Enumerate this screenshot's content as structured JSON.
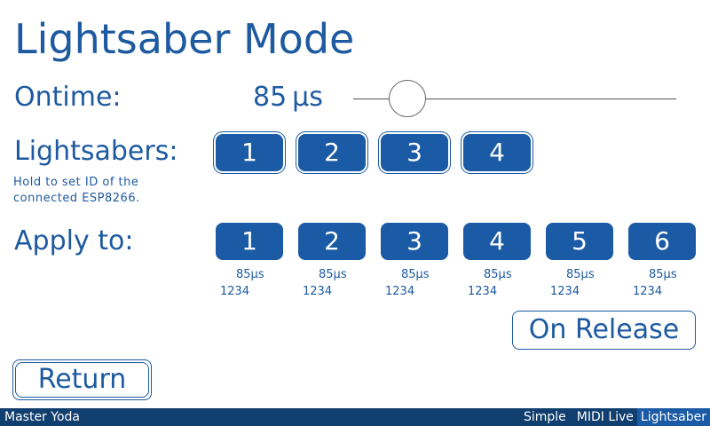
{
  "title": "Lightsaber Mode",
  "ontime": {
    "label": "Ontime:",
    "value": "85 µs",
    "slider_fraction": 0.14
  },
  "lightsabers": {
    "label": "Lightsabers:",
    "hint_line1": "Hold to set ID of the",
    "hint_line2": "connected ESP8266.",
    "buttons": [
      "1",
      "2",
      "3",
      "4"
    ]
  },
  "apply_to": {
    "label": "Apply to:",
    "channels": [
      {
        "label": "1",
        "ontime": "85µs",
        "ids": "1234"
      },
      {
        "label": "2",
        "ontime": "85µs",
        "ids": "1234"
      },
      {
        "label": "3",
        "ontime": "85µs",
        "ids": "1234"
      },
      {
        "label": "4",
        "ontime": "85µs",
        "ids": "1234"
      },
      {
        "label": "5",
        "ontime": "85µs",
        "ids": "1234"
      },
      {
        "label": "6",
        "ontime": "85µs",
        "ids": "1234"
      }
    ]
  },
  "on_release_label": "On Release",
  "return_label": "Return",
  "footer": {
    "user": "Master Yoda",
    "tabs": [
      "Simple",
      "MIDI Live",
      "Lightsaber"
    ],
    "active_tab": "Lightsaber"
  },
  "colors": {
    "accent": "#1b5aa4",
    "text": "#1d5aa0",
    "footer_bg": "#103e6e"
  }
}
